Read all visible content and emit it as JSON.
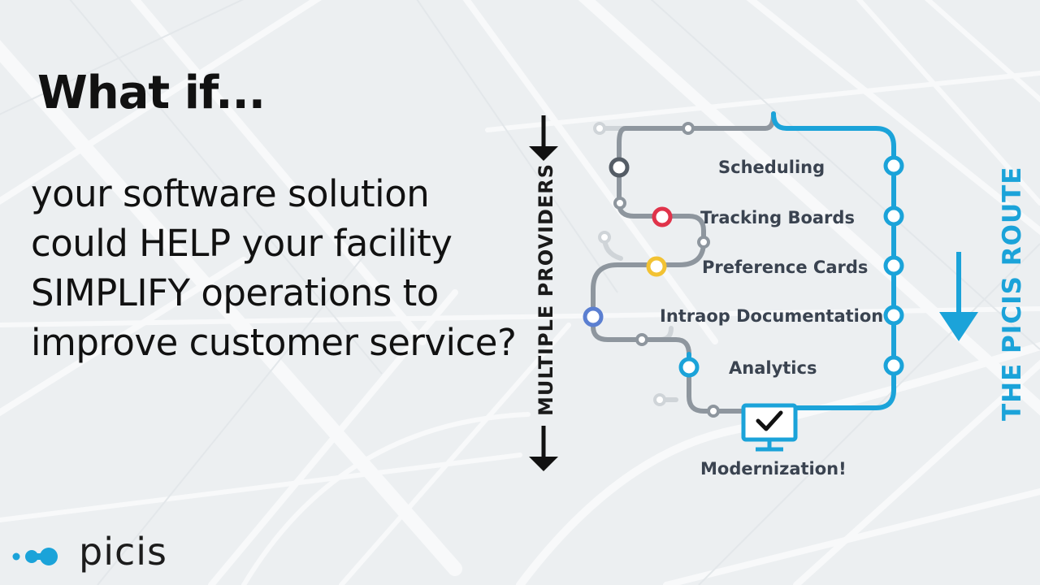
{
  "headline": "What if...",
  "body_text": "your software solution could HELP your facility SIMPLIFY operations to improve customer service?",
  "diagram": {
    "left_label": "MULTIPLE PROVIDERS",
    "right_label": "THE PICIS ROUTE",
    "stops": [
      "Scheduling",
      "Tracking Boards",
      "Preference Cards",
      "Intraop Documentation",
      "Analytics"
    ],
    "destination": "Modernization!",
    "colors": {
      "picis_route": "#1ba3d9",
      "provider_route": "#8e969e",
      "stop_red": "#e0334a",
      "stop_yellow": "#f2c233",
      "stop_indigo": "#5b7fd1",
      "stop_dark": "#555d66"
    },
    "icons": [
      "arrow-down-icon",
      "monitor-check-icon"
    ]
  },
  "brand": {
    "name": "picis"
  }
}
